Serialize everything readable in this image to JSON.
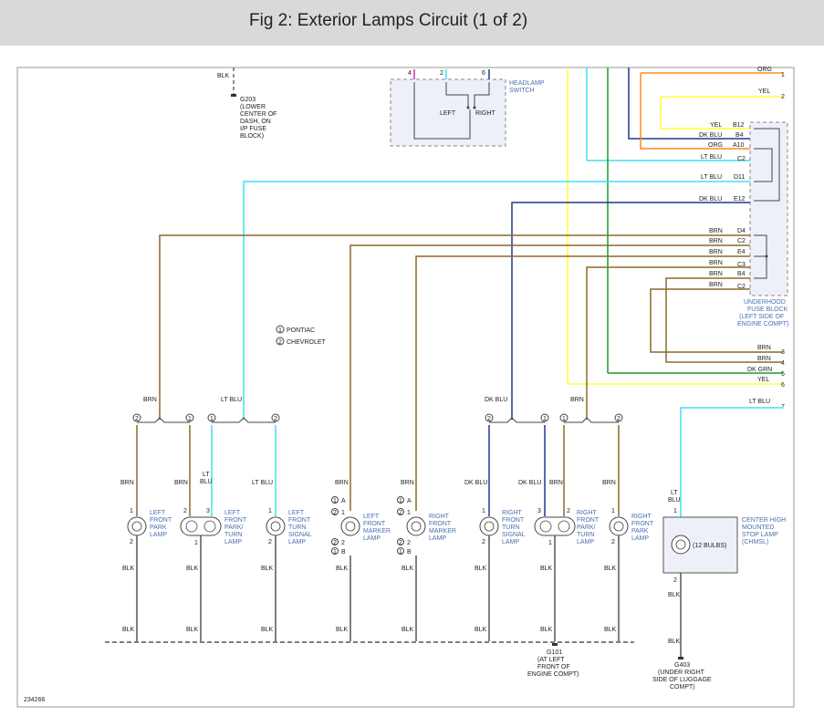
{
  "title": "Fig 2: Exterior Lamps Circuit (1 of 2)",
  "figure_id": "234266",
  "colors": {
    "brn": "#8b6a2a",
    "ltblu": "#40e0f0",
    "dkblu": "#1c3a8c",
    "yel": "#ffff33",
    "org": "#ff8a1a",
    "dkgrn": "#1a9a2a",
    "blk": "#555555",
    "pink": "#d030b0",
    "box": "#7f7f9f"
  },
  "ground_g203": {
    "wire": "BLK",
    "id": "G203",
    "desc": [
      "(LOWER",
      "CENTER OF",
      "DASH, ON",
      "I/P FUSE",
      "BLOCK)"
    ]
  },
  "headlamp_switch": {
    "name": [
      "HEADLAMP",
      "SWITCH"
    ],
    "pins": [
      "4",
      "2",
      "6"
    ],
    "left": "LEFT",
    "right": "RIGHT"
  },
  "fuse_block": {
    "name": [
      "UNDERHOOD",
      "FUSE BLOCK",
      "(LEFT SIDE OF",
      "ENGINE COMPT)"
    ],
    "top_wires": [
      {
        "color": "ORG",
        "pin": "1"
      },
      {
        "color": "YEL",
        "pin": "2"
      }
    ],
    "terminals": [
      {
        "color": "YEL",
        "pin": "B12"
      },
      {
        "color": "DK BLU",
        "pin": "B4"
      },
      {
        "color": "ORG",
        "pin": "A10"
      },
      {
        "color": "LT BLU",
        "pin": "C2"
      },
      {
        "color": "LT BLU",
        "pin": "D11"
      },
      {
        "color": "DK BLU",
        "pin": "E12"
      },
      {
        "color": "BRN",
        "pin": "D4"
      },
      {
        "color": "BRN",
        "pin": "C2"
      },
      {
        "color": "BRN",
        "pin": "E4"
      },
      {
        "color": "BRN",
        "pin": "C3"
      },
      {
        "color": "BRN",
        "pin": "B4"
      },
      {
        "color": "BRN",
        "pin": "C2"
      }
    ],
    "bottom_wires": [
      {
        "color": "BRN",
        "pin": "3"
      },
      {
        "color": "BRN",
        "pin": "4"
      },
      {
        "color": "DK GRN",
        "pin": "5"
      },
      {
        "color": "YEL",
        "pin": "6"
      },
      {
        "color": "LT BLU",
        "pin": "7"
      }
    ]
  },
  "legend": [
    {
      "num": "1",
      "text": "PONTIAC"
    },
    {
      "num": "2",
      "text": "CHEVROLET"
    }
  ],
  "splices": [
    {
      "wire": "BRN",
      "left": "2",
      "right": "1"
    },
    {
      "wire": "LT BLU",
      "left": "1",
      "right": "2"
    },
    {
      "wire": "DK BLU",
      "left": "2",
      "right": "1"
    },
    {
      "wire": "BRN",
      "left": "1",
      "right": "2"
    }
  ],
  "lamps": [
    {
      "name": [
        "LEFT",
        "FRONT",
        "PARK",
        "LAMP"
      ],
      "wire": "BRN",
      "top_pin": "1",
      "bot_pin": "2"
    },
    {
      "name": [
        "LEFT",
        "FRONT",
        "PARK/",
        "TURN",
        "LAMP"
      ],
      "wire_a": "BRN",
      "wire_b": [
        "LT",
        "BLU"
      ],
      "pin_a": "2",
      "pin_b": "3",
      "bot_pin": "1"
    },
    {
      "name": [
        "LEFT",
        "FRONT",
        "TURN",
        "SIGNAL",
        "LAMP"
      ],
      "wire": "LT BLU",
      "top_pin": "1",
      "bot_pin": "2"
    },
    {
      "name": [
        "LEFT",
        "FRONT",
        "MARKER",
        "LAMP"
      ],
      "wire": "BRN",
      "top_a": "1",
      "top_a_l": "A",
      "top_b": "2",
      "top_b_l": "1",
      "bot_a": "2",
      "bot_a_l": "2",
      "bot_b": "1",
      "bot_b_l": "B"
    },
    {
      "name": [
        "RIGHT",
        "FRONT",
        "MARKER",
        "LAMP"
      ],
      "wire": "BRN",
      "top_a": "1",
      "top_a_l": "A",
      "top_b": "2",
      "top_b_l": "1",
      "bot_a": "2",
      "bot_a_l": "2",
      "bot_b": "1",
      "bot_b_l": "B"
    },
    {
      "name": [
        "RIGHT",
        "FRONT",
        "TURN",
        "SIGNAL",
        "LAMP"
      ],
      "wire": "DK BLU",
      "top_pin": "1",
      "bot_pin": "2"
    },
    {
      "name": [
        "RIGHT",
        "FRONT",
        "PARK/",
        "TURN",
        "LAMP"
      ],
      "wire_a": "DK BLU",
      "wire_b": "BRN",
      "pin_a": "3",
      "pin_b": "2",
      "bot_pin": "1"
    },
    {
      "name": [
        "RIGHT",
        "FRONT",
        "PARK",
        "LAMP"
      ],
      "wire": "BRN",
      "top_pin": "1",
      "bot_pin": "2"
    }
  ],
  "chmsl": {
    "name": [
      "CENTER HIGH",
      "MOUNTED",
      "STOP LAMP",
      "(CHMSL)"
    ],
    "bulbs": "(12 BULBS)",
    "wire_top": [
      "LT",
      "BLU"
    ],
    "pin_top": "1",
    "pin_bot": "2",
    "wire_bot": "BLK",
    "ground_wire": "BLK",
    "ground_id": "G403",
    "ground_desc": [
      "(UNDER RIGHT",
      "SIDE OF LUGGAGE",
      "COMPT)"
    ]
  },
  "ground_g101": {
    "id": "G101",
    "desc": [
      "(AT LEFT",
      "FRONT OF",
      "ENGINE COMPT)"
    ],
    "wire": "BLK"
  }
}
